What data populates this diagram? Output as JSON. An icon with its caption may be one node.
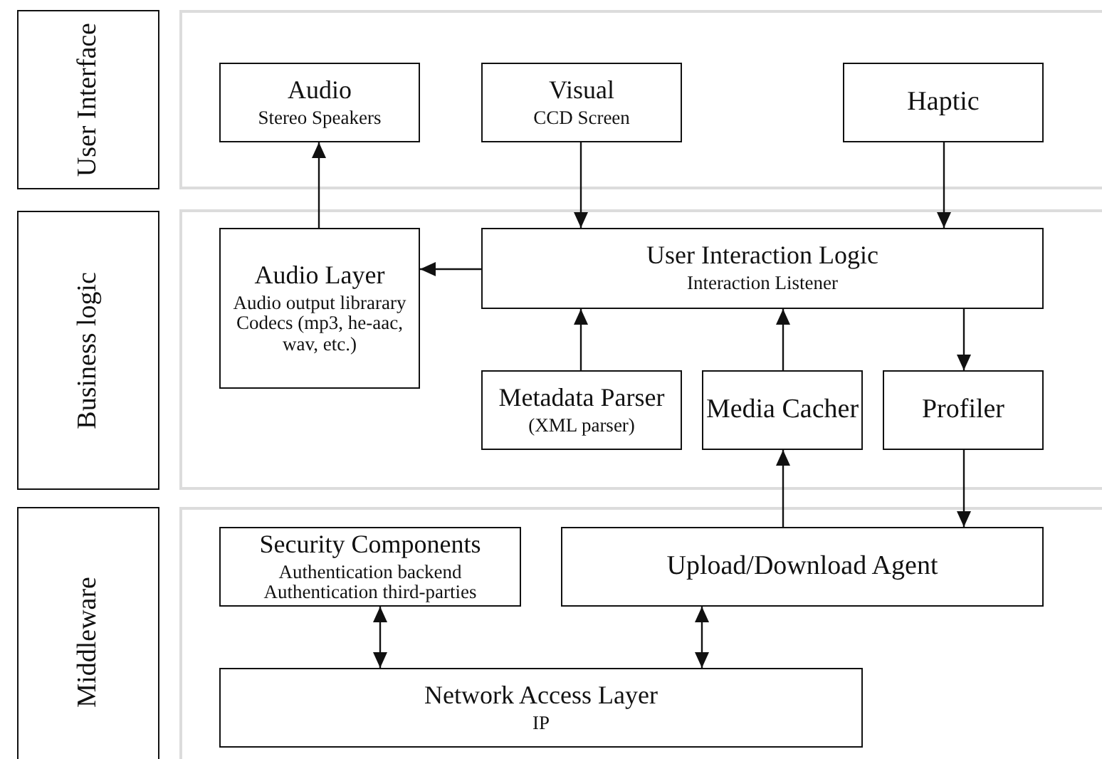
{
  "diagram": {
    "nodes": [
      {
        "text": [
          "User Interface"
        ]
      },
      {
        "text": [
          "Business logic"
        ]
      },
      {
        "text": [
          "Middleware"
        ]
      },
      {
        "text": [
          "Audio",
          "Stereo Speakers"
        ]
      },
      {
        "text": [
          "Visual",
          "CCD Screen"
        ]
      },
      {
        "text": [
          "Haptic"
        ]
      },
      {
        "text": [
          "Audio Layer",
          "Audio output librarary",
          "Codecs (mp3, he-aac, wav, etc.)"
        ]
      },
      {
        "text": [
          "User Interaction Logic",
          "Interaction Listener"
        ]
      },
      {
        "text": [
          "Metadata Parser",
          "(XML parser)"
        ]
      },
      {
        "text": [
          "Media Cacher"
        ]
      },
      {
        "text": [
          "Profiler"
        ]
      },
      {
        "text": [
          "Security Components",
          "Authentication backend",
          "Authentication third-parties"
        ]
      },
      {
        "text": [
          "Upload/Download Agent"
        ]
      },
      {
        "text": [
          "Network Access Layer",
          "IP"
        ]
      }
    ],
    "edges": [
      {
        "from": 6,
        "to": 3,
        "arrow": "to"
      },
      {
        "from": 4,
        "to": 7,
        "arrow": "to"
      },
      {
        "from": 5,
        "to": 7,
        "arrow": "to"
      },
      {
        "from": 7,
        "to": 6,
        "arrow": "to"
      },
      {
        "from": 8,
        "to": 7,
        "arrow": "to"
      },
      {
        "from": 9,
        "to": 7,
        "arrow": "to"
      },
      {
        "from": 7,
        "to": 10,
        "arrow": "to"
      },
      {
        "from": 12,
        "to": 9,
        "arrow": "to"
      },
      {
        "from": 10,
        "to": 12,
        "arrow": "to"
      },
      {
        "from": 11,
        "to": 13,
        "arrow": "both"
      },
      {
        "from": 12,
        "to": 13,
        "arrow": "both"
      }
    ]
  }
}
